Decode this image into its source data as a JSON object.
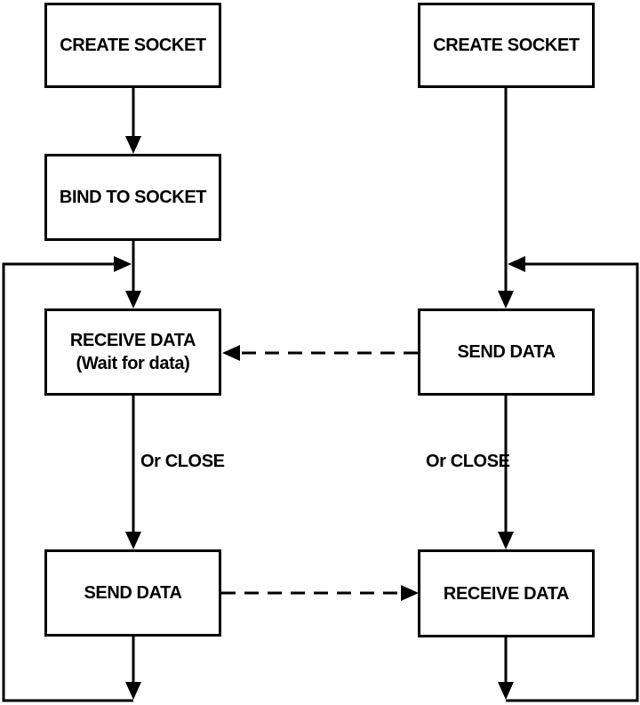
{
  "colors": {
    "line": "#000000",
    "box_border": "#000000",
    "box_fill": "#ffffff",
    "background": "#ffffff",
    "text": "#000000"
  },
  "left_column": {
    "boxes": [
      {
        "label": "CREATE SOCKET"
      },
      {
        "label": "BIND TO SOCKET"
      },
      {
        "label": "RECEIVE DATA",
        "sublabel": "(Wait for data)"
      },
      {
        "label": "SEND DATA"
      }
    ],
    "close_label": "Or CLOSE"
  },
  "right_column": {
    "boxes": [
      {
        "label": "CREATE SOCKET"
      },
      {
        "label": "SEND DATA"
      },
      {
        "label": "RECEIVE DATA"
      }
    ],
    "close_label": "Or CLOSE"
  }
}
